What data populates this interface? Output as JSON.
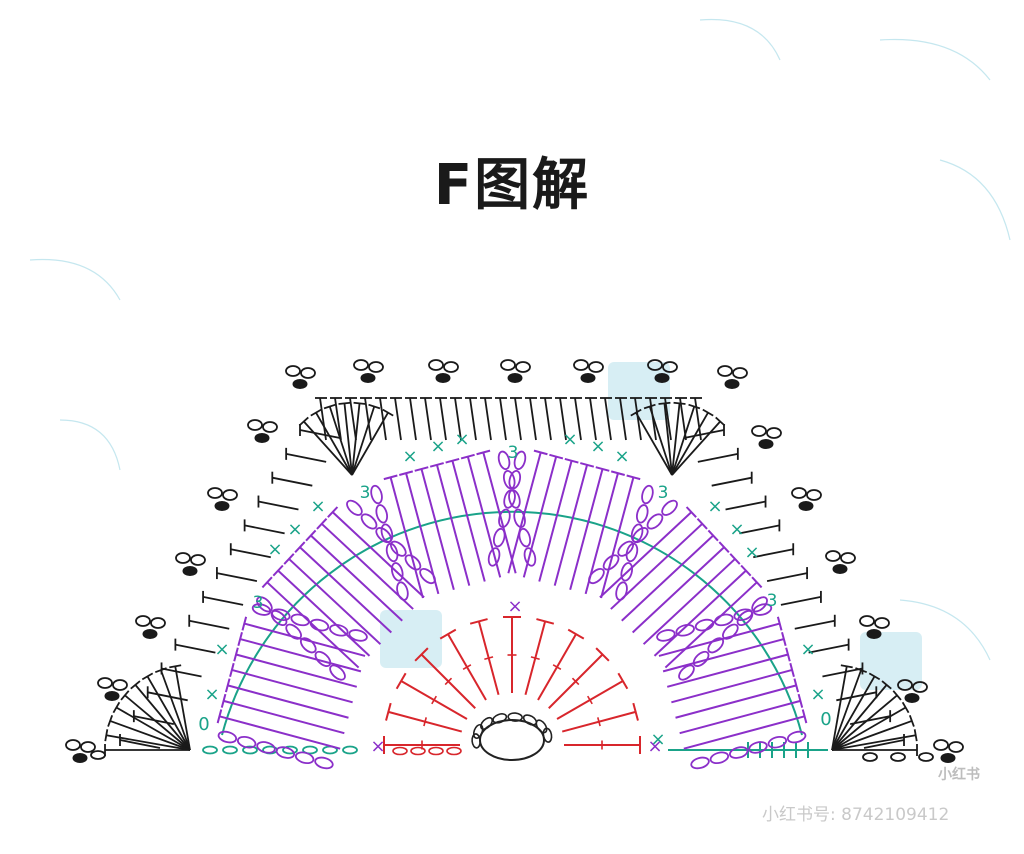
{
  "title": "F图解",
  "watermark": "小红书号: 8742109412",
  "logo_text": "小红书",
  "colors": {
    "center_round": "#d8262c",
    "petal_round": "#8b2fc9",
    "mesh_round": "#1aa389",
    "edge_round": "#1a1a1a",
    "background_wash": "#8ccfe0"
  },
  "chain_count_labels": [
    "3",
    "3",
    "3",
    "3",
    "3",
    "3"
  ],
  "symbols": {
    "chain": "0",
    "single_crochet": "×"
  }
}
